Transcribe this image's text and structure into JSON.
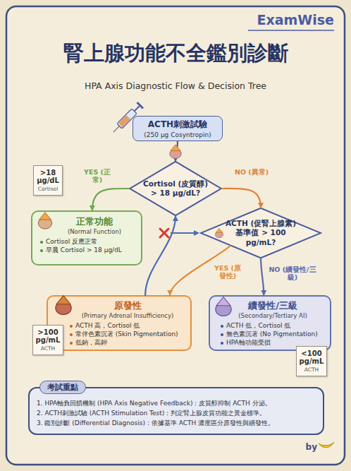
{
  "diagram": {
    "title": "腎上腺功能不全鑑別診斷",
    "caption": "HPA Axis Diagnostic Flow & Decision Tree",
    "nodes": [
      {
        "text": [
          "ACTH刺激試驗",
          "(250 μg Cosyntropin)"
        ]
      },
      {
        "text": [
          "Cortisol (皮質醇) > 18 μg/dL?"
        ]
      },
      {
        "text": [
          ">18 μg/dL",
          "Cortisol"
        ]
      },
      {
        "text": [
          "正常功能",
          "(Normal Function)",
          "Cortisol 反應正常",
          "早晨 Cortisol > 18 μg/dL"
        ]
      },
      {
        "text": [
          "ACTH (促腎上腺素) 基準值 > 100 pg/mL?"
        ]
      },
      {
        "text": [
          "原發性",
          "(Primary Adrenal Insufficiency)",
          "ACTH 高，Cortisol 低",
          "常伴色素沉著 (Skin Pigmentation)",
          "低鈉，高鉀"
        ]
      },
      {
        "text": [
          ">100 pg/mL",
          "ACTH"
        ]
      },
      {
        "text": [
          "續發性/三級",
          "(Secondary/Tertiary AI)",
          "ACTH 低，Cortisol 低",
          "無色素沉著 (No Pigmentation)",
          "HPA軸功能受損"
        ]
      },
      {
        "text": [
          "<100 pg/mL",
          "ACTH"
        ]
      },
      {
        "text": [
          "考試重點",
          "1. HPA軸負回饋機制 (HPA Axis Negative Feedback)：皮質醇抑制 ACTH 分泌。",
          "2. ACTH刺激試驗 (ACTH Stimulation Test)：判定腎上腺皮質功能之黃金標準。",
          "3. 鑑別診斷 (Differential Diagnosis)：依據基準 ACTH 濃度區分原發性與續發性。"
        ]
      }
    ],
    "edges": [
      {
        "from": 0,
        "to": 1,
        "arrow": "to"
      },
      {
        "from": 1,
        "to": 3,
        "label": "YES (正常)",
        "arrow": "to"
      },
      {
        "from": 1,
        "to": 4,
        "label": "NO (異常)",
        "arrow": "to"
      },
      {
        "from": 4,
        "to": 5,
        "label": "YES (原發性)",
        "arrow": "to"
      },
      {
        "from": 4,
        "to": 7,
        "label": "NO (續發性/三級)",
        "arrow": "to"
      },
      {
        "from": 5,
        "to": 1,
        "arrow": "to"
      }
    ],
    "labels": [
      "ExamWise",
      "by"
    ]
  }
}
